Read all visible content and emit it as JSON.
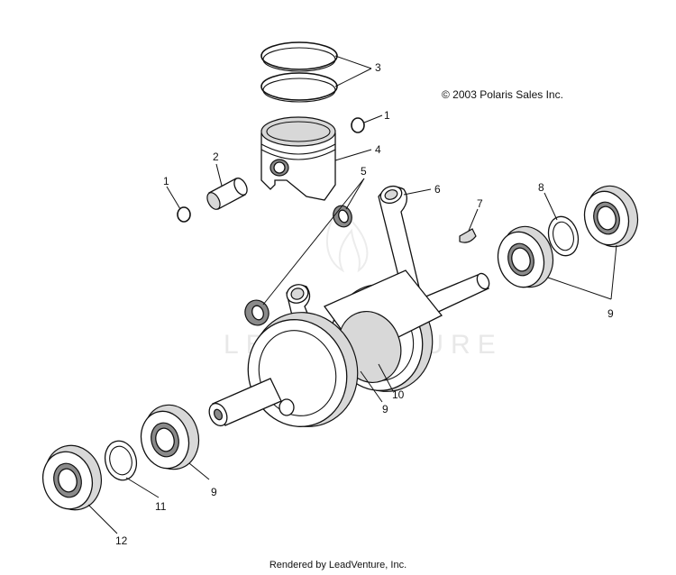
{
  "copyright": "© 2003 Polaris Sales Inc.",
  "footer": "Rendered by LeadVenture, Inc.",
  "watermark": "LEADVENTURE",
  "callouts": {
    "c3": "3",
    "c1a": "1",
    "c4": "4",
    "c5": "5",
    "c2": "2",
    "c1b": "1",
    "c6": "6",
    "c7": "7",
    "c8": "8",
    "c9a": "9",
    "c9b": "9",
    "c10": "10",
    "c9c": "9",
    "c11": "11",
    "c12": "12"
  }
}
